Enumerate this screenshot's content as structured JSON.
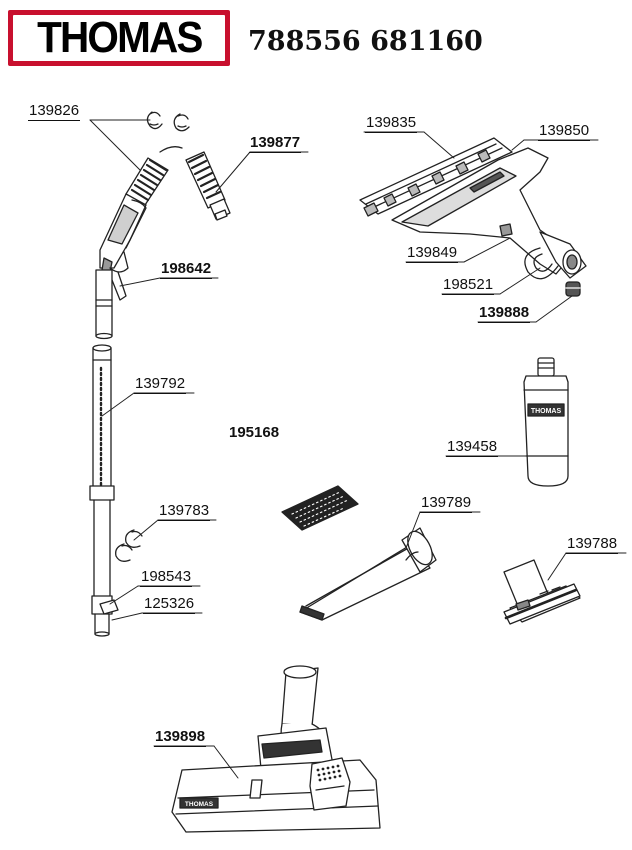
{
  "header": {
    "brand": "THOMAS",
    "document_number": "788556 681160"
  },
  "parts": [
    {
      "id": "p139826",
      "number": "139826",
      "bold": false
    },
    {
      "id": "p139877",
      "number": "139877",
      "bold": true
    },
    {
      "id": "p198642",
      "number": "198642",
      "bold": true
    },
    {
      "id": "p139792",
      "number": "139792",
      "bold": false
    },
    {
      "id": "p195168",
      "number": "195168",
      "bold": true
    },
    {
      "id": "p139783",
      "number": "139783",
      "bold": false
    },
    {
      "id": "p198543",
      "number": "198543",
      "bold": false
    },
    {
      "id": "p125326",
      "number": "125326",
      "bold": false
    },
    {
      "id": "p139835",
      "number": "139835",
      "bold": false
    },
    {
      "id": "p139850",
      "number": "139850",
      "bold": false
    },
    {
      "id": "p139849",
      "number": "139849",
      "bold": false
    },
    {
      "id": "p198521",
      "number": "198521",
      "bold": false
    },
    {
      "id": "p139888",
      "number": "139888",
      "bold": true
    },
    {
      "id": "p139458",
      "number": "139458",
      "bold": false
    },
    {
      "id": "p139789",
      "number": "139789",
      "bold": false
    },
    {
      "id": "p139788",
      "number": "139788",
      "bold": false
    },
    {
      "id": "p139898",
      "number": "139898",
      "bold": true
    }
  ],
  "bottle_logo": "THOMAS",
  "nozzle_logo": "THOMAS"
}
